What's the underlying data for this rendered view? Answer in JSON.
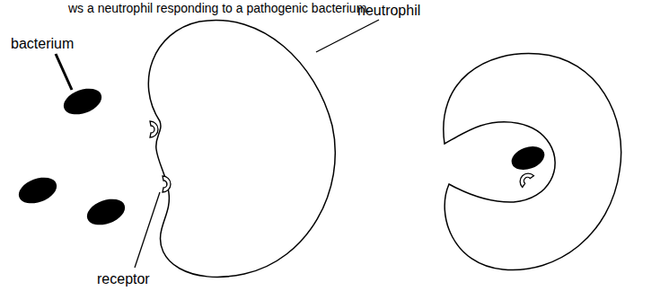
{
  "diagram": {
    "labels": [
      "ws a neutrophil responding to a pathogenic bacterium.",
      "neutrophil",
      "bacterium",
      "receptor"
    ]
  }
}
